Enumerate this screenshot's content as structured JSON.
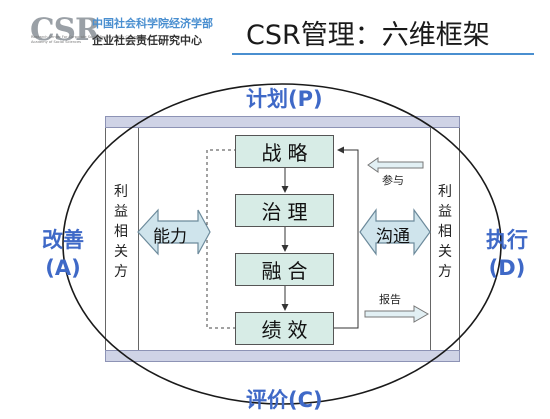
{
  "header": {
    "logo_text": "CSR",
    "org_name_cn": "中国社会科学院经济学部",
    "org_name_en": "Research Center For Corporate Social Responsibility Chinese Academy of Social Sciences",
    "org_subtitle": "企业社会责任研究中心",
    "title": "CSR管理：六维框架"
  },
  "diagram": {
    "top_label": "计划(P)",
    "bottom_label": "评价(C)",
    "left_label_1": "改善",
    "left_label_2": "(A)",
    "right_label_1": "执行",
    "right_label_2": "(D)",
    "left_column_text": "利益相关方",
    "right_column_text": "利益相关方",
    "steps": [
      "战略",
      "治理",
      "融合",
      "绩效"
    ],
    "left_arrow_label": "能力",
    "right_arrow_label": "沟通",
    "participate_label": "参与",
    "report_label": "报告"
  },
  "colors": {
    "accent_blue": "#3f69c7",
    "step_fill": "#d7ece6",
    "bar_fill": "#cfd3e6",
    "arrow_fill": "#cfe4ec"
  }
}
